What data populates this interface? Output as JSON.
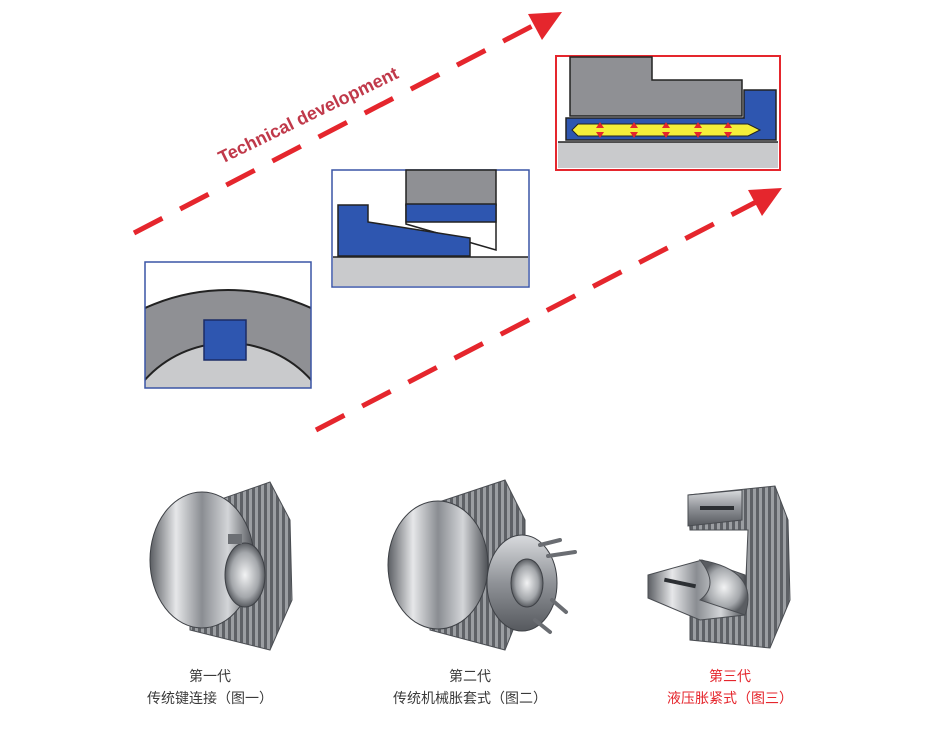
{
  "banner": {
    "text": "Technical development"
  },
  "colors": {
    "arrow_red": "#e5262d",
    "banner_text": "#c0394a",
    "steel_gray": "#8d8e91",
    "shaft_gray": "#c9cacc",
    "key_blue": "#2e56b0",
    "oil_yellow": "#f4ee3a",
    "frame_blue": "#3a55a5"
  },
  "stages": [
    {
      "title": "第一代",
      "subtitle": "传统键连接（图一）",
      "color": "#3a3a3a"
    },
    {
      "title": "第二代",
      "subtitle": "传统机械胀套式（图二）",
      "color": "#3a3a3a"
    },
    {
      "title": "第三代",
      "subtitle": "液压胀紧式（图三）",
      "color": "#e5262d"
    }
  ]
}
